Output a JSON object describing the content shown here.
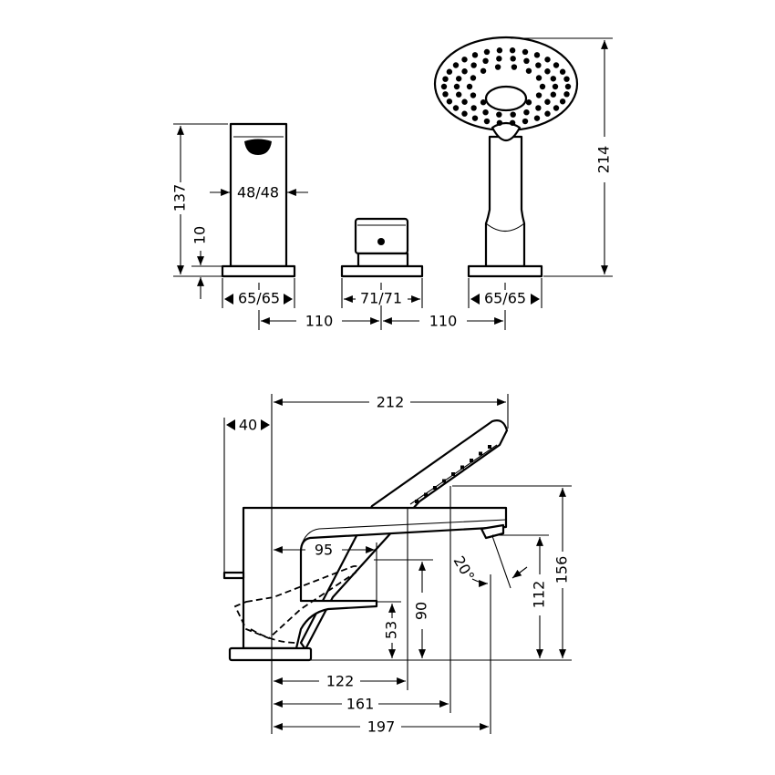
{
  "colors": {
    "line": "#000000",
    "background": "#ffffff"
  },
  "top_view": {
    "spout_height": "137",
    "base_thickness": "10",
    "spout_width": "48/48",
    "spout_base": "65/65",
    "diverter_base": "71/71",
    "shower_base": "65/65",
    "spacing_left": "110",
    "spacing_right": "110",
    "shower_height": "214"
  },
  "side_view": {
    "overall_length": "212",
    "lever_offset": "40",
    "handle_reach": "95",
    "handle_height": "90",
    "lever_height": "53",
    "dist_122": "122",
    "dist_161": "161",
    "dist_197": "197",
    "spout_height": "112",
    "shower_top_height": "156",
    "angle": "20°"
  }
}
